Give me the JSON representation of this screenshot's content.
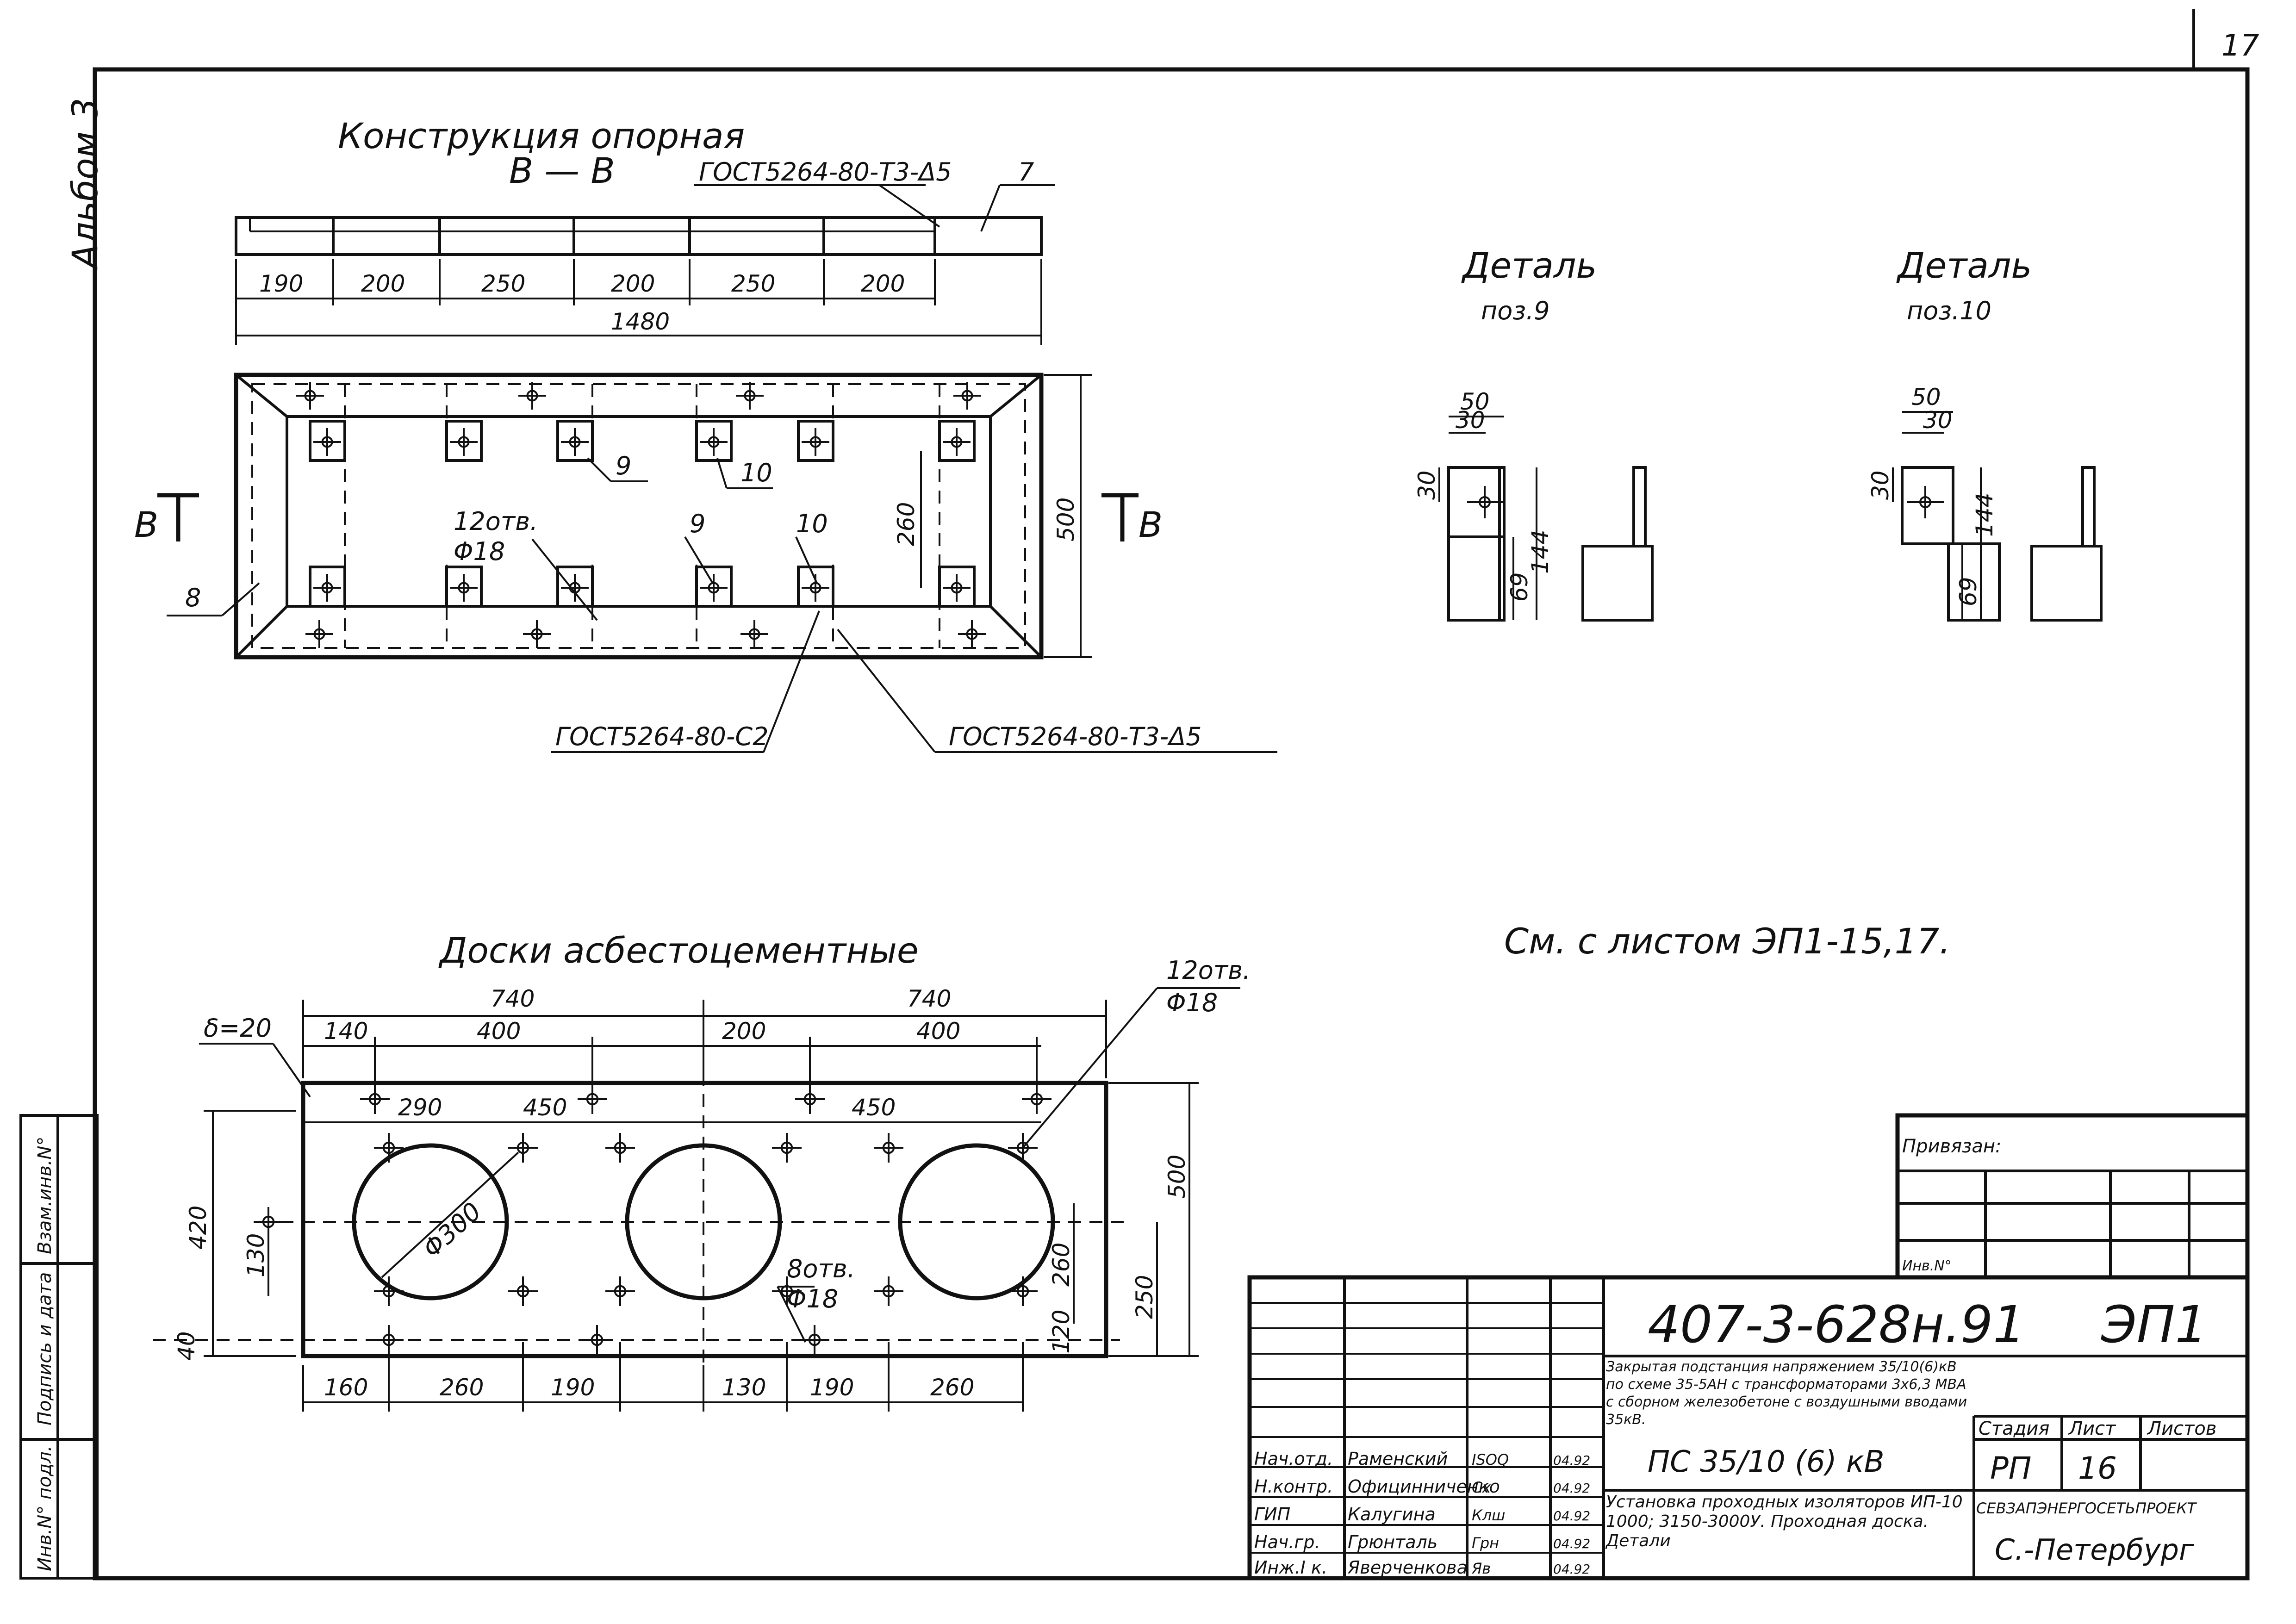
{
  "sheet": {
    "page_number": "17",
    "album": "Альбом 3",
    "side_stamp": [
      "Инв.N° подл.",
      "Подпись и дата",
      "Взам.инв.N°"
    ]
  },
  "support": {
    "title": "Конструкция опорная",
    "section": "В — В",
    "weld_top": "ГОСТ5264-80-Т3-Δ5",
    "item_7": "7",
    "dims_top": [
      "190",
      "200",
      "250",
      "200",
      "250",
      "200"
    ],
    "total": "1480",
    "height": "500",
    "dim_260": "260",
    "holes": "12отв.",
    "hole_dia": "Φ18",
    "item_9": "9",
    "item_10": "10",
    "item_8": "8",
    "cut_mark": "В",
    "weld_c2": "ГОСТ5264-80-С2",
    "weld_bottom": "ГОСТ5264-80-Т3-Δ5"
  },
  "detail9": {
    "title": "Деталь",
    "pos": "поз.9",
    "dims": [
      "50",
      "30",
      "30",
      "144",
      "69"
    ]
  },
  "detail10": {
    "title": "Деталь",
    "pos": "поз.10",
    "dims": [
      "50",
      "30",
      "30",
      "144",
      "69"
    ]
  },
  "note": "См. с листом ЭП1-15,17.",
  "board": {
    "title": "Доски асбестоцементные",
    "thickness": "δ=20",
    "top_740": [
      "740",
      "740"
    ],
    "top_row": [
      "140",
      "400",
      "200",
      "400"
    ],
    "row2": [
      "290",
      "450",
      "450"
    ],
    "holes12": "12отв.",
    "dia12": "Φ18",
    "holes8": "8отв.",
    "dia8": "Φ18",
    "circle_dia": "Φ300",
    "left_dims": [
      "420",
      "130",
      "40"
    ],
    "right_dims": [
      "500",
      "260",
      "250",
      "120"
    ],
    "bottom_dims": [
      "160",
      "260",
      "190",
      "130",
      "190",
      "260"
    ]
  },
  "title_block": {
    "linked": "Привязан:",
    "inv_no": "Инв.N°",
    "doc_number": "407-3-628н.91",
    "sheet_code": "ЭП1",
    "description": "Закрытая подстанция напряжением 35/10(6)кВ по схеме 35-5АН с трансформаторами 3х6,3 МВА с сборном железобетоне с воздушными вводами 35кВ.",
    "substation": "ПС 35/10 (6) кВ",
    "headers": [
      "Стадия",
      "Лист",
      "Листов"
    ],
    "stage": "РП",
    "sheet": "16",
    "sheets": "",
    "drawing_desc": "Установка проходных изоляторов ИП-10 1000; 3150-3000У. Проходная доска. Детали",
    "org": "СЕВЗАПЭНЕРГОСЕТЬПРОЕКТ",
    "city": "С.-Петербург",
    "staff": [
      {
        "role": "Нач.отд.",
        "name": "Раменский",
        "sign": "ISOQ",
        "date": "04.92"
      },
      {
        "role": "Н.контр.",
        "name": "Официнниченко",
        "sign": "Сх",
        "date": "04.92"
      },
      {
        "role": "ГИП",
        "name": "Калугина",
        "sign": "Клш",
        "date": "04.92"
      },
      {
        "role": "Нач.гр.",
        "name": "Грюнталь",
        "sign": "Грн",
        "date": "04.92"
      },
      {
        "role": "Инж.I к.",
        "name": "Яверченкова",
        "sign": "Яв",
        "date": "04.92"
      }
    ]
  }
}
